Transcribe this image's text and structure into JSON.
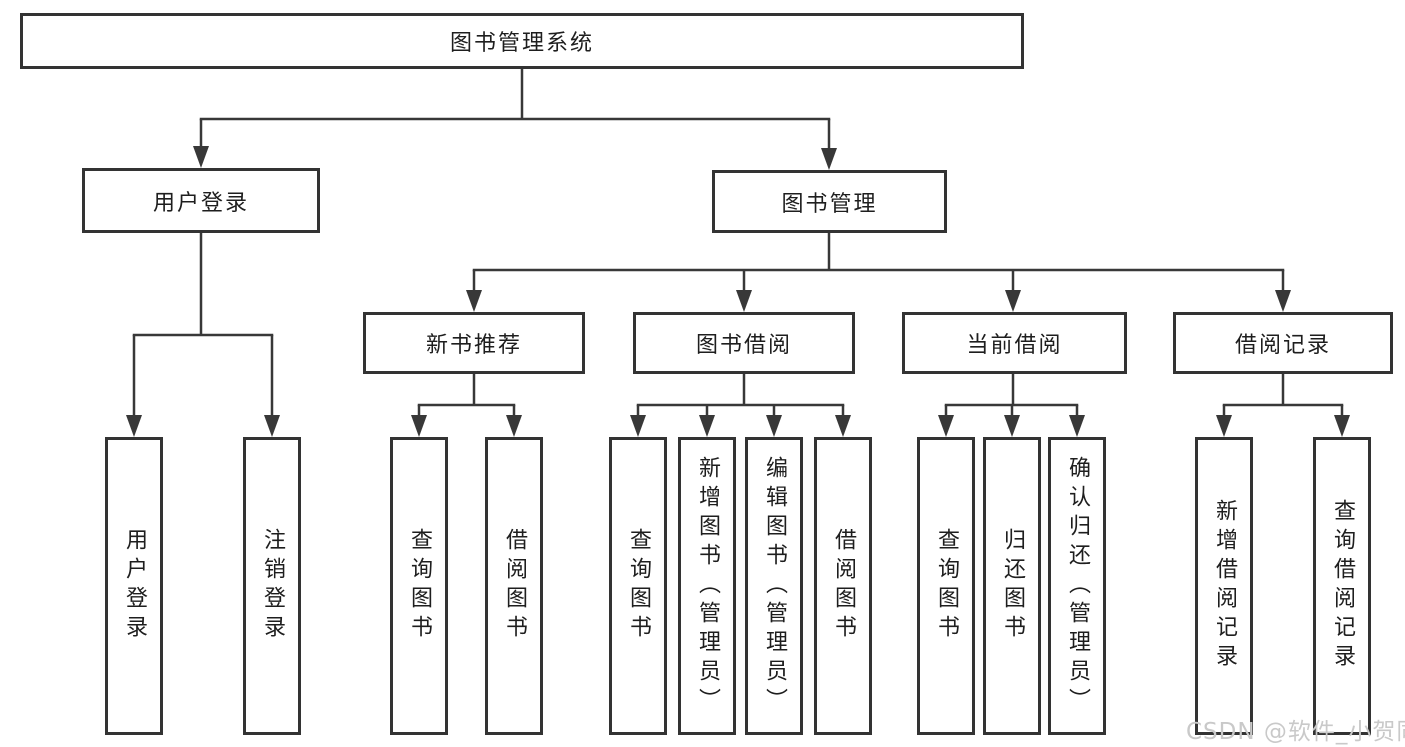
{
  "diagram": {
    "root": {
      "label": "图书管理系统"
    },
    "branches": [
      {
        "label": "用户登录",
        "children": [
          {
            "label": "用户登录"
          },
          {
            "label": "注销登录"
          }
        ]
      },
      {
        "label": "图书管理",
        "children": [
          {
            "label": "新书推荐",
            "children": [
              {
                "label": "查询图书"
              },
              {
                "label": "借阅图书"
              }
            ]
          },
          {
            "label": "图书借阅",
            "children": [
              {
                "label": "查询图书"
              },
              {
                "label": "新增图书（管理员）"
              },
              {
                "label": "编辑图书（管理员）"
              },
              {
                "label": "借阅图书"
              }
            ]
          },
          {
            "label": "当前借阅",
            "children": [
              {
                "label": "查询图书"
              },
              {
                "label": "归还图书"
              },
              {
                "label": "确认归还（管理员）"
              }
            ]
          },
          {
            "label": "借阅记录",
            "children": [
              {
                "label": "新增借阅记录"
              },
              {
                "label": "查询借阅记录"
              }
            ]
          }
        ]
      }
    ]
  },
  "watermark": {
    "text": "CSDN @软件_小贺同学",
    "color": "#c9c9c9"
  },
  "colors": {
    "line": "#383838",
    "box_border": "#333333",
    "text": "#1e1e1e",
    "background": "#ffffff"
  }
}
